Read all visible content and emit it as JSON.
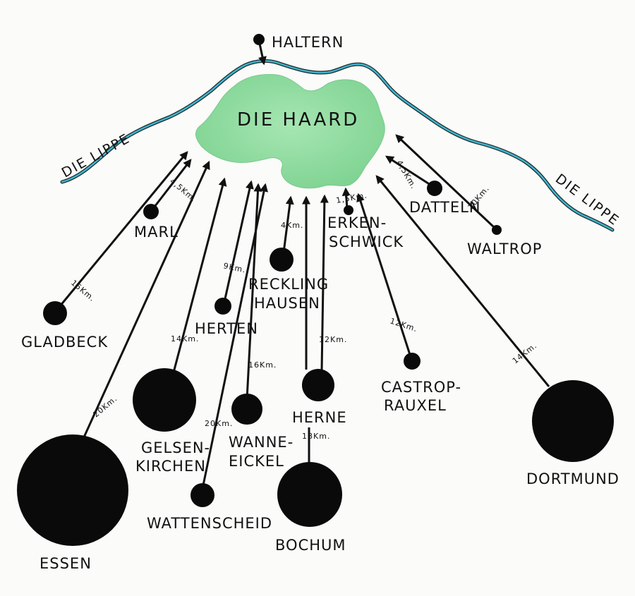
{
  "region": {
    "label": "DIE HAARD",
    "color": "#8fdba0"
  },
  "river": {
    "label_west": "DIE LIPPE",
    "label_east": "DIE LIPPE",
    "color": "#3fb4cc"
  },
  "colors": {
    "ink": "#111111",
    "background": "#fbfbf9"
  },
  "towns": [
    {
      "id": "haltern",
      "name": "HALTERN"
    },
    {
      "id": "marl",
      "name": "MARL",
      "distance": "4,5Km."
    },
    {
      "id": "gladbeck",
      "name": "GLADBECK",
      "distance": "15Km."
    },
    {
      "id": "herten",
      "name": "HERTEN",
      "distance": "9Km."
    },
    {
      "id": "recklinghausen",
      "name_line1": "RECKLING",
      "name_line2": "HAUSEN",
      "distance": "4Km."
    },
    {
      "id": "erkenschwick",
      "name_line1": "ERKEN-",
      "name_line2": "SCHWICK",
      "distance": "1,5Km."
    },
    {
      "id": "datteln",
      "name": "DATTELN",
      "distance": "4,5Km."
    },
    {
      "id": "waltrop",
      "name": "WALTROP",
      "distance": "10Km."
    },
    {
      "id": "essen",
      "name": "ESSEN",
      "distance": "20Km."
    },
    {
      "id": "gelsenkirchen",
      "name_line1": "GELSEN-",
      "name_line2": "KIRCHEN",
      "distance": "14Km."
    },
    {
      "id": "wattenscheid",
      "name": "WATTENSCHEID",
      "distance": "20Km."
    },
    {
      "id": "wanne-eickel",
      "name_line1": "WANNE-",
      "name_line2": "EICKEL",
      "distance": "16Km."
    },
    {
      "id": "herne",
      "name": "HERNE",
      "distance": "12Km."
    },
    {
      "id": "bochum",
      "name": "BOCHUM",
      "distance": "18Km."
    },
    {
      "id": "castrop-rauxel",
      "name_line1": "CASTROP-",
      "name_line2": "RAUXEL",
      "distance": "12Km."
    },
    {
      "id": "dortmund",
      "name": "DORTMUND",
      "distance": "14Km."
    }
  ]
}
